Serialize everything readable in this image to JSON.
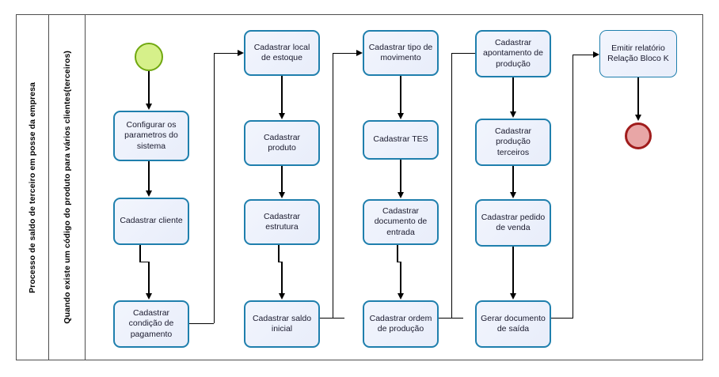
{
  "diagram": {
    "pool_label": "Processo de saldo de terceiro em posse da empresa",
    "lane_label": "Quando existe um código do produto para vários clientes(terceiros)",
    "colors": {
      "task_border": "#1F7FAD",
      "task_fill": "#EDF1FB",
      "start_event_border": "#70A810",
      "start_event_fill": "#D6F08A",
      "end_event_border": "#A01C1C",
      "end_event_fill": "#E8A6A6",
      "frame_border": "#4D4D4D",
      "connector": "#000000"
    },
    "events": {
      "start": "start-event",
      "end": "end-event"
    },
    "columns": [
      {
        "id": "column-1",
        "tasks": [
          {
            "id": "task-configurar-parametros",
            "label": "Configurar os parametros do sistema"
          },
          {
            "id": "task-cadastrar-cliente",
            "label": "Cadastrar cliente"
          },
          {
            "id": "task-cadastrar-condicao-pagamento",
            "label": "Cadastrar condição de pagamento"
          }
        ]
      },
      {
        "id": "column-2",
        "tasks": [
          {
            "id": "task-cadastrar-local-estoque",
            "label": "Cadastrar local de estoque"
          },
          {
            "id": "task-cadastrar-produto",
            "label": "Cadastrar produto"
          },
          {
            "id": "task-cadastrar-estrutura",
            "label": "Cadastrar estrutura"
          },
          {
            "id": "task-cadastrar-saldo-inicial",
            "label": "Cadastrar saldo inicial"
          }
        ]
      },
      {
        "id": "column-3",
        "tasks": [
          {
            "id": "task-cadastrar-tipo-movimento",
            "label": "Cadastrar tipo de movimento"
          },
          {
            "id": "task-cadastrar-tes",
            "label": "Cadastrar TES"
          },
          {
            "id": "task-cadastrar-documento-entrada",
            "label": "Cadastrar documento de entrada"
          },
          {
            "id": "task-cadastrar-ordem-producao",
            "label": "Cadastrar ordem de produção"
          }
        ]
      },
      {
        "id": "column-4",
        "tasks": [
          {
            "id": "task-cadastrar-apontamento-producao",
            "label": "Cadastrar apontamento de produção"
          },
          {
            "id": "task-cadastrar-producao-terceiros",
            "label": "Cadastrar produção terceiros"
          },
          {
            "id": "task-cadastrar-pedido-venda",
            "label": "Cadastrar pedido de venda"
          },
          {
            "id": "task-gerar-documento-saida",
            "label": "Gerar documento de saída"
          }
        ]
      },
      {
        "id": "column-5",
        "tasks": [
          {
            "id": "task-emitir-relatorio-bloco-k",
            "label": "Emitir relatório Relação Bloco K"
          }
        ]
      }
    ]
  }
}
